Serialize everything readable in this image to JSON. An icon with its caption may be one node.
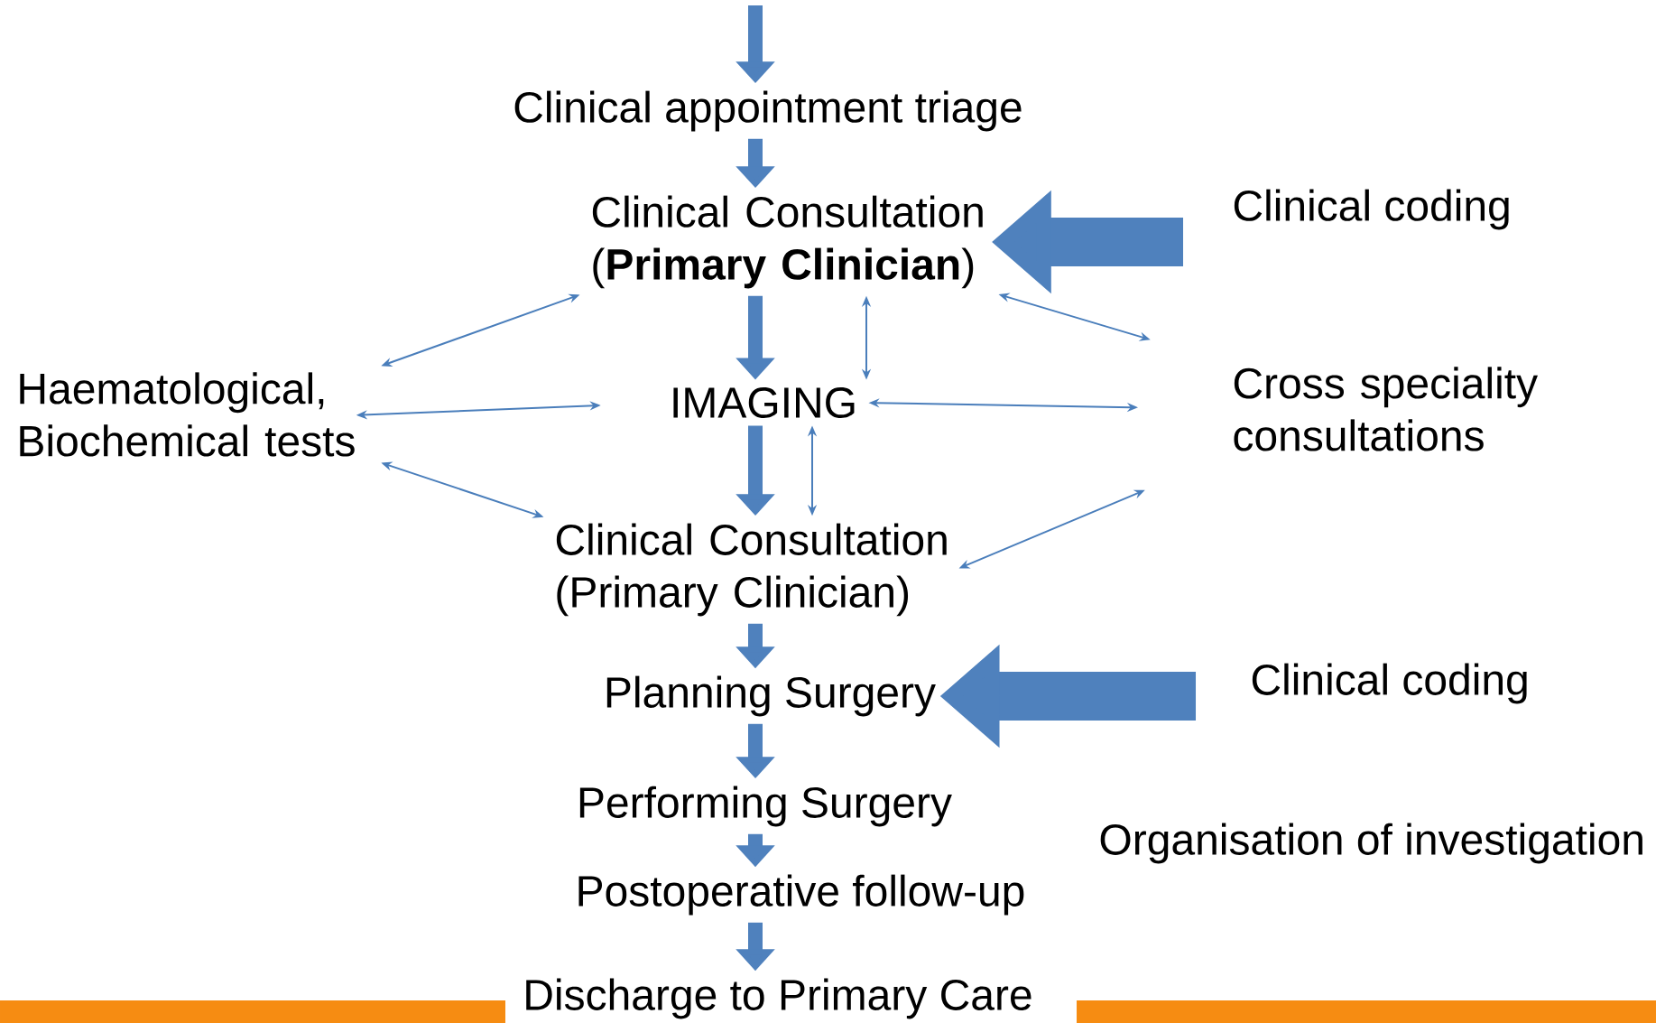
{
  "diagram": {
    "nodes": [
      {
        "text": [
          "Clinical appointment triage"
        ]
      },
      {
        "text": [
          "Clinical Consultation (**Primary Clinician**)"
        ]
      },
      {
        "text": [
          "Haematological, Biochemical tests"
        ]
      },
      {
        "text": [
          "IMAGING"
        ]
      },
      {
        "text": [
          "Cross speciality consultations"
        ]
      },
      {
        "text": [
          "Clinical Consultation (Primary Clinician)"
        ]
      },
      {
        "text": [
          "Planning Surgery"
        ]
      },
      {
        "text": [
          "Performing Surgery"
        ]
      },
      {
        "text": [
          "Postoperative follow-up"
        ]
      },
      {
        "text": [
          "Discharge to Primary Care"
        ]
      },
      {
        "text": [
          "Clinical coding"
        ]
      },
      {
        "text": [
          "Clinical coding"
        ]
      }
    ],
    "edges": [
      {
        "from": null,
        "to": 0,
        "arrow": "to"
      },
      {
        "from": 0,
        "to": 1,
        "arrow": "to"
      },
      {
        "from": 1,
        "to": 3,
        "arrow": "to"
      },
      {
        "from": 3,
        "to": 5,
        "arrow": "to"
      },
      {
        "from": 5,
        "to": 6,
        "arrow": "to"
      },
      {
        "from": 6,
        "to": 7,
        "arrow": "to"
      },
      {
        "from": 7,
        "to": 8,
        "arrow": "to"
      },
      {
        "from": 8,
        "to": 9,
        "arrow": "to"
      },
      {
        "from": 10,
        "to": 1,
        "arrow": "to",
        "style": "thick"
      },
      {
        "from": 11,
        "to": 6,
        "arrow": "to",
        "style": "thick"
      },
      {
        "from": 1,
        "to": 2,
        "arrow": "both"
      },
      {
        "from": 2,
        "to": 3,
        "arrow": "both"
      },
      {
        "from": 2,
        "to": 5,
        "arrow": "both"
      },
      {
        "from": 1,
        "to": 3,
        "arrow": "both"
      },
      {
        "from": 3,
        "to": 5,
        "arrow": "both"
      },
      {
        "from": 3,
        "to": 4,
        "arrow": "both"
      },
      {
        "from": 1,
        "to": 4,
        "arrow": "both"
      },
      {
        "from": 5,
        "to": 4,
        "arrow": "both"
      }
    ],
    "labels": [
      "Organisation of investigation"
    ]
  }
}
